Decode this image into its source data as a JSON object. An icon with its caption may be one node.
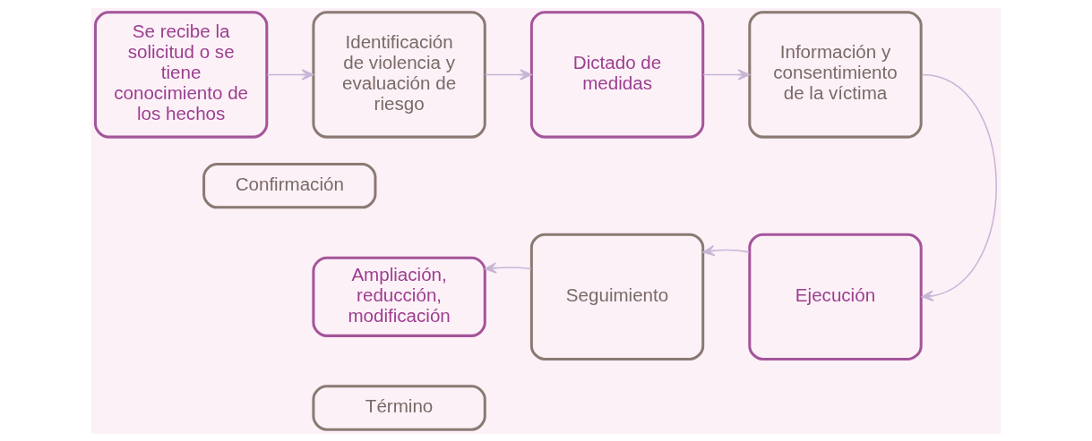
{
  "diagram": {
    "nodes": [
      {
        "text": [
          "Se recibe la solicitud o se tiene conocimiento de los hechos"
        ]
      },
      {
        "text": [
          "Identificación de violencia y evaluación de riesgo"
        ]
      },
      {
        "text": [
          "Dictado de medidas"
        ]
      },
      {
        "text": [
          "Información y consentimiento de la víctima"
        ]
      },
      {
        "text": [
          "Confirmación"
        ]
      },
      {
        "text": [
          "Ampliación, reducción, modificación"
        ]
      },
      {
        "text": [
          "Término"
        ]
      },
      {
        "text": [
          "Seguimiento"
        ]
      },
      {
        "text": [
          "Ejecución"
        ]
      }
    ],
    "edges": [
      {
        "from": 0,
        "to": 1,
        "arrow": "to"
      },
      {
        "from": 1,
        "to": 2,
        "arrow": "to"
      },
      {
        "from": 2,
        "to": 3,
        "arrow": "to"
      },
      {
        "from": 3,
        "to": 8,
        "arrow": "to"
      },
      {
        "from": 8,
        "to": 7,
        "arrow": "to"
      },
      {
        "from": 7,
        "to": 5,
        "arrow": "to"
      }
    ]
  }
}
